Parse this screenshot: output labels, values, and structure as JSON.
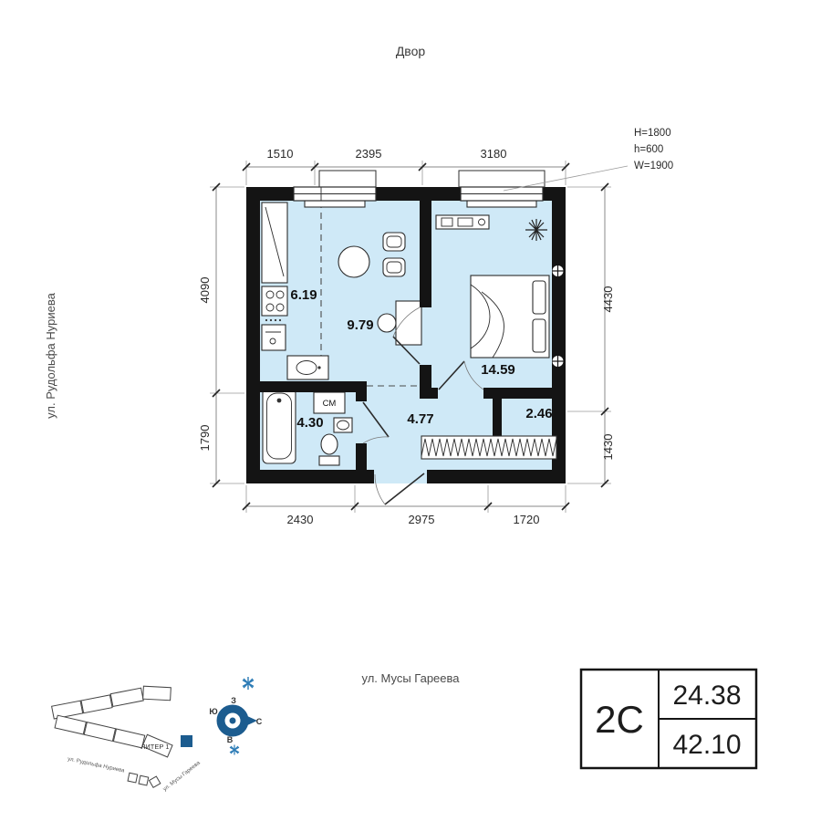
{
  "labels": {
    "courtyard": "Двор",
    "street_left": "ул. Рудольфа Нуриева",
    "street_bottom": "ул. Мусы Гареева"
  },
  "window_spec": {
    "H": "H=1800",
    "h": "h=600",
    "W": "W=1900"
  },
  "dimensions": {
    "top": [
      "1510",
      "2395",
      "3180"
    ],
    "left": [
      "4090",
      "1790"
    ],
    "right": [
      "4430",
      "1430"
    ],
    "bottom": [
      "2430",
      "2975",
      "1720"
    ]
  },
  "rooms": {
    "kitchen": "6.19",
    "living": "9.79",
    "bedroom": "14.59",
    "bathroom": "4.30",
    "hallway": "4.77",
    "closet": "2.46"
  },
  "fixtures": {
    "washing_machine": "СМ"
  },
  "site_plan": {
    "liter": "ЛИТЕР 1",
    "street_a": "ул. Рудольфа Нуриева",
    "street_b": "ул. Мусы Гареева"
  },
  "compass": {
    "north": "С",
    "south": "Ю",
    "west": "З",
    "east": "В"
  },
  "info_table": {
    "plan_type": "2С",
    "living_area": "24.38",
    "total_area": "42.10"
  },
  "colors": {
    "floor": "#cfe9f7",
    "wall": "#141414",
    "accent_blue": "#1c5c8f"
  }
}
